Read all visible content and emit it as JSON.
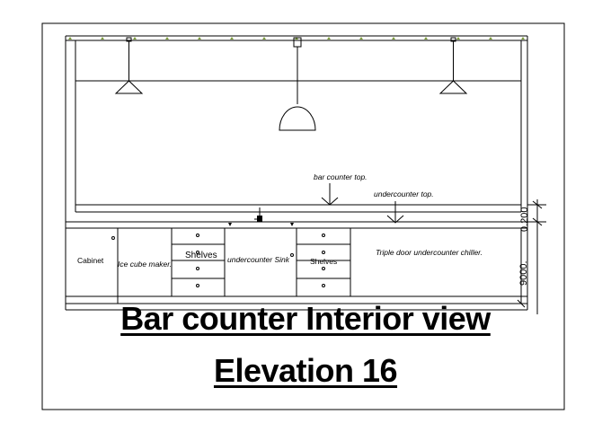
{
  "title": "Bar counter Interior view",
  "subtitle": "Elevation 16",
  "labels": {
    "bar_counter_top": "bar counter top.",
    "undercounter_top": "undercounter top.",
    "cabinet": "Cabinet",
    "ice_cube_maker": "Ice cube maker.",
    "shelves_left": "Shelves",
    "undercounter_sink": "undercounter Sink",
    "shelves_right": "Shelves",
    "chiller": "Triple door undercounter chiller."
  },
  "dimensions": {
    "small": "0.200",
    "large": "9000."
  }
}
